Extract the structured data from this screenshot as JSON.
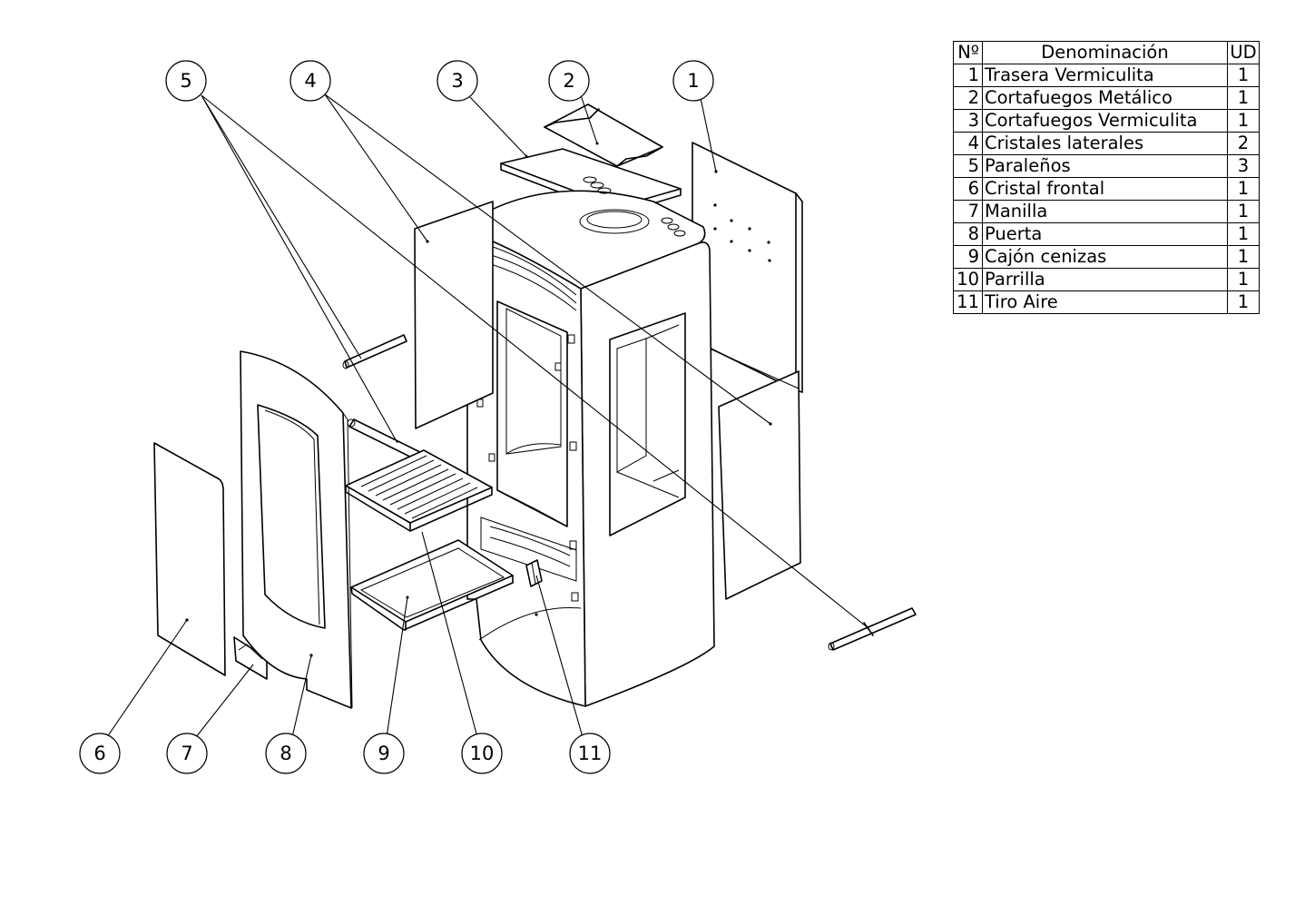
{
  "bom": {
    "headers": {
      "no": "Nº",
      "name": "Denominación",
      "ud": "UD"
    },
    "rows": [
      {
        "no": "1",
        "name": "Trasera Vermiculita",
        "ud": "1"
      },
      {
        "no": "2",
        "name": "Cortafuegos Metálico",
        "ud": "1"
      },
      {
        "no": "3",
        "name": "Cortafuegos Vermiculita",
        "ud": "1"
      },
      {
        "no": "4",
        "name": "Cristales laterales",
        "ud": "2"
      },
      {
        "no": "5",
        "name": "Paraleños",
        "ud": "3"
      },
      {
        "no": "6",
        "name": "Cristal frontal",
        "ud": "1"
      },
      {
        "no": "7",
        "name": "Manilla",
        "ud": "1"
      },
      {
        "no": "8",
        "name": "Puerta",
        "ud": "1"
      },
      {
        "no": "9",
        "name": "Cajón cenizas",
        "ud": "1"
      },
      {
        "no": "10",
        "name": "Parrilla",
        "ud": "1"
      },
      {
        "no": "11",
        "name": "Tiro Aire",
        "ud": "1"
      }
    ]
  },
  "balloons": [
    "5",
    "4",
    "3",
    "2",
    "1",
    "6",
    "7",
    "8",
    "9",
    "10",
    "11"
  ]
}
